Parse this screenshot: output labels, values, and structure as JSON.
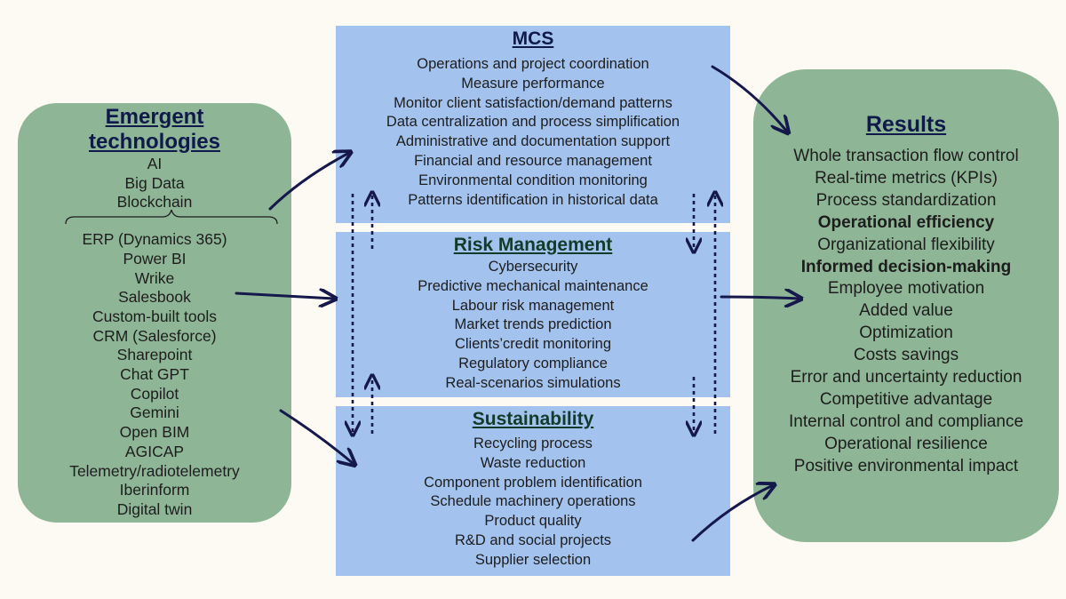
{
  "emergent": {
    "title_line1": "Emergent",
    "title_line2": "technologies",
    "items": [
      "AI",
      "Big Data",
      "Blockchain",
      "ERP (Dynamics 365)",
      "Power BI",
      "Wrike",
      "Salesbook",
      "Custom-built tools",
      "CRM (Salesforce)",
      "Sharepoint",
      "Chat GPT",
      "Copilot",
      "Gemini",
      "Open BIM",
      "AGICAP",
      "Telemetry/radiotelemetry",
      "Iberinform",
      "Digital twin"
    ]
  },
  "mcs": {
    "title": "MCS",
    "items": [
      "Operations and project coordination",
      "Measure performance",
      "Monitor client satisfaction/demand patterns",
      "Data centralization and process simplification",
      "Administrative and documentation support",
      "Financial and resource management",
      "Environmental condition monitoring",
      "Patterns identification in historical data"
    ]
  },
  "risk": {
    "title": "Risk Management",
    "items": [
      "Cybersecurity",
      "Predictive mechanical maintenance",
      "Labour risk management",
      "Market trends prediction",
      "Clients’credit monitoring",
      "Regulatory compliance",
      "Real-scenarios simulations"
    ]
  },
  "sustainability": {
    "title": "Sustainability",
    "items": [
      "Recycling process",
      "Waste reduction",
      "Component problem identification",
      "Schedule machinery operations",
      "Product quality",
      "R&D and social projects",
      "Supplier selection"
    ]
  },
  "results": {
    "title": "Results",
    "items": [
      "Whole transaction flow control",
      "Real-time metrics (KPIs)",
      "Process standardization",
      "Operational efficiency",
      "Organizational flexibility",
      "Informed decision-making",
      "Employee motivation",
      "Added value",
      "Optimization",
      "Costs savings",
      "Error and uncertainty reduction",
      "Competitive advantage",
      "Internal control and compliance",
      "Operational resilience",
      "Positive environmental impact"
    ],
    "bold_items": [
      "Operational efficiency",
      "Informed decision-making"
    ]
  },
  "colors": {
    "green_box": "#8eb696",
    "blue_box": "#a3c3ee",
    "arrow": "#15184a",
    "background": "#fdfaf4"
  }
}
